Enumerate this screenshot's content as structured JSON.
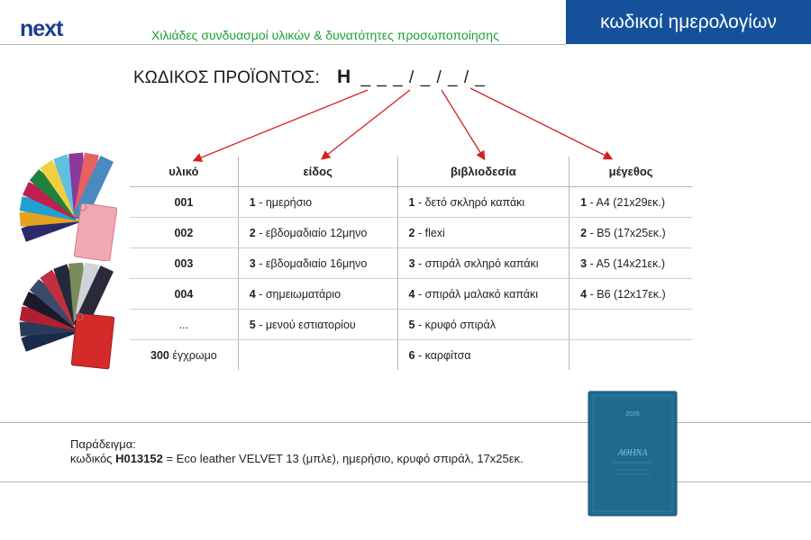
{
  "header": {
    "logo": "next",
    "tagline": "Χιλιάδες συνδυασμοί υλικών & δυνατότητες προσωποποίησης",
    "title": "κωδικοί ημερολογίων",
    "accent_color": "#14519a",
    "tagline_color": "#17a233"
  },
  "product_code": {
    "label": "ΚΩΔΙΚΟΣ ΠΡΟΪΟΝΤΟΣ:",
    "letter": "H",
    "pattern": "_ _ _ / _ / _ / _"
  },
  "table": {
    "headers": [
      "υλικό",
      "είδος",
      "βιβλιοδεσία",
      "μέγεθος"
    ],
    "rows": [
      [
        {
          "code": "001",
          "text": ""
        },
        {
          "code": "1",
          "text": " - ημερήσιο"
        },
        {
          "code": "1",
          "text": " - δετό σκληρό καπάκι"
        },
        {
          "code": "1",
          "text": " - A4 (21x29εκ.)"
        }
      ],
      [
        {
          "code": "002",
          "text": ""
        },
        {
          "code": "2",
          "text": " - εβδομαδιαίο 12μηνο"
        },
        {
          "code": "2",
          "text": " - flexi"
        },
        {
          "code": "2",
          "text": " - B5 (17x25εκ.)"
        }
      ],
      [
        {
          "code": "003",
          "text": ""
        },
        {
          "code": "3",
          "text": " - εβδομαδιαίο 16μηνο"
        },
        {
          "code": "3",
          "text": " - σπιράλ σκληρό καπάκι"
        },
        {
          "code": "3",
          "text": " - A5 (14x21εκ.)"
        }
      ],
      [
        {
          "code": "004",
          "text": ""
        },
        {
          "code": "4",
          "text": " - σημειωματάριο"
        },
        {
          "code": "4",
          "text": " - σπιράλ μαλακό καπάκι"
        },
        {
          "code": "4",
          "text": " - B6 (12x17εκ.)"
        }
      ],
      [
        {
          "code": "",
          "text": "..."
        },
        {
          "code": "5",
          "text": " - μενού εστιατορίου"
        },
        {
          "code": "5",
          "text": " - κρυφό σπιράλ"
        },
        {
          "code": "",
          "text": ""
        }
      ],
      [
        {
          "code": "300",
          "text": " έγχρωμο"
        },
        {
          "code": "",
          "text": ""
        },
        {
          "code": "6",
          "text": " - καρφίτσα"
        },
        {
          "code": "",
          "text": ""
        }
      ]
    ]
  },
  "example": {
    "title": "Παράδειγμα:",
    "prefix": "κωδικός ",
    "code": "H013152",
    "description": " = Eco leather VELVET 13 (μπλε), ημερήσιο, κρυφό σπιράλ, 17x25εκ."
  },
  "book": {
    "year": "2026",
    "cover_text": "ΑΘΗΝΑ",
    "cover_color": "#1e6b8f"
  }
}
